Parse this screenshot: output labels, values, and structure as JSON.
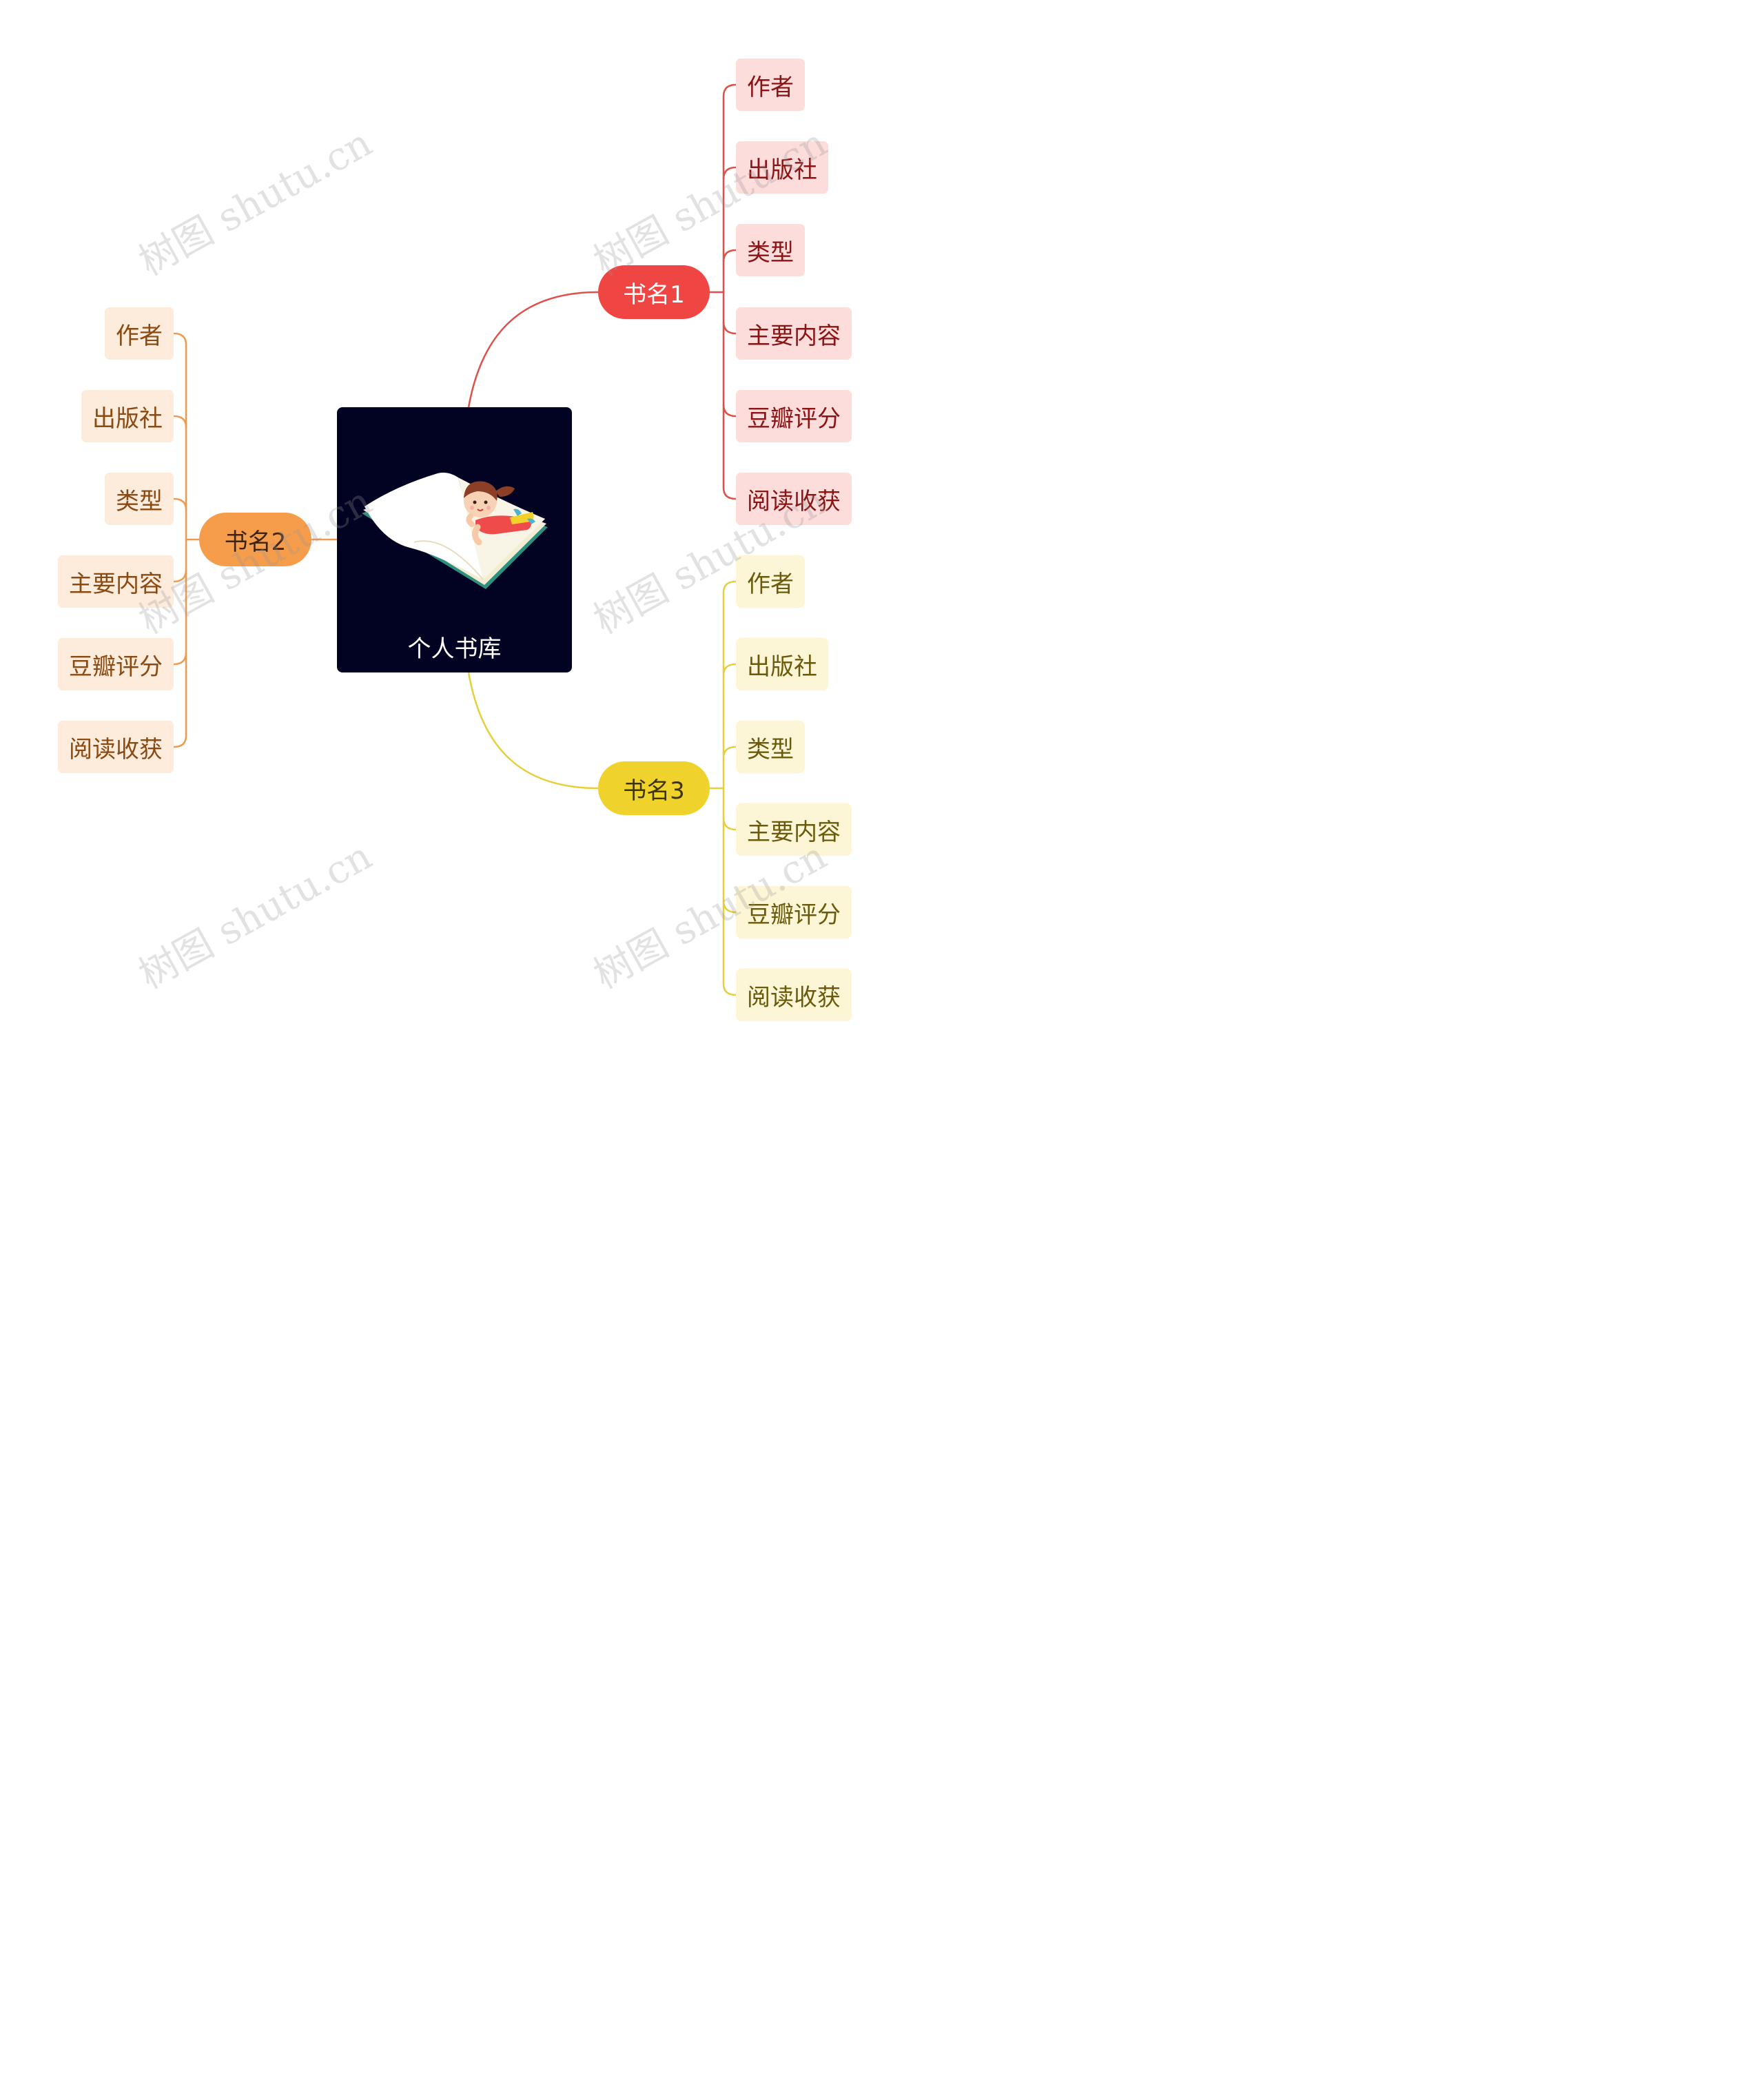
{
  "root": {
    "title": "个人书库"
  },
  "branches": {
    "book1": {
      "label": "书名1",
      "color": "#f04643",
      "children": [
        "作者",
        "出版社",
        "类型",
        "主要内容",
        "豆瓣评分",
        "阅读收获"
      ]
    },
    "book2": {
      "label": "书名2",
      "color": "#f59d4b",
      "children": [
        "作者",
        "出版社",
        "类型",
        "主要内容",
        "豆瓣评分",
        "阅读收获"
      ]
    },
    "book3": {
      "label": "书名3",
      "color": "#f0d22c",
      "children": [
        "作者",
        "出版社",
        "类型",
        "主要内容",
        "豆瓣评分",
        "阅读收获"
      ]
    }
  },
  "watermark": "树图 shutu.cn"
}
